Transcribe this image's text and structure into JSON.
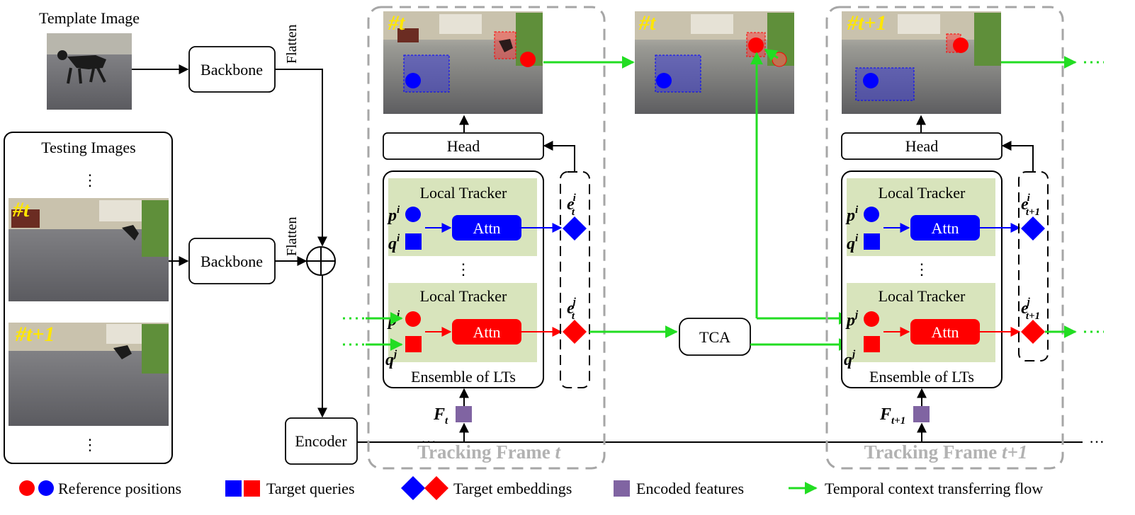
{
  "labels": {
    "template_image": "Template Image",
    "testing_images": "Testing Images",
    "backbone": "Backbone",
    "flatten": "Flatten",
    "encoder": "Encoder",
    "head": "Head",
    "local_tracker": "Local Tracker",
    "attn": "Attn",
    "ensemble": "Ensemble of LTs",
    "tca": "TCA",
    "ellipsis": "⋮",
    "hdots": "···"
  },
  "frame_t": {
    "title": "Tracking Frame",
    "title_var": "t",
    "badge": "#t",
    "feature": "F",
    "feature_sub": "t",
    "emb_i": "e",
    "emb_i_sup": "i",
    "emb_i_sub": "t",
    "emb_j": "e",
    "emb_j_sup": "j",
    "emb_j_sub": "t"
  },
  "frame_t1": {
    "title": "Tracking Frame",
    "title_var": "t+1",
    "badge": "#t+1",
    "feature": "F",
    "feature_sub": "t+1",
    "emb_i": "e",
    "emb_i_sup": "i",
    "emb_i_sub": "t+1",
    "emb_j": "e",
    "emb_j_sup": "j",
    "emb_j_sub": "t+1"
  },
  "middle_badge": "#t",
  "queries": {
    "p": "p",
    "q": "q",
    "i": "i",
    "j": "j"
  },
  "legend": {
    "reference_positions": "Reference positions",
    "target_queries": "Target queries",
    "target_embeddings": "Target embeddings",
    "encoded_features": "Encoded features",
    "flow": "Temporal context transferring flow"
  },
  "colors": {
    "red": "#ff0000",
    "blue": "#0000ff",
    "green": "#22dd22",
    "tracker_bg": "#d8e4bc",
    "feature_purple": "#8064a2",
    "frame_gray": "#a6a6a6"
  }
}
